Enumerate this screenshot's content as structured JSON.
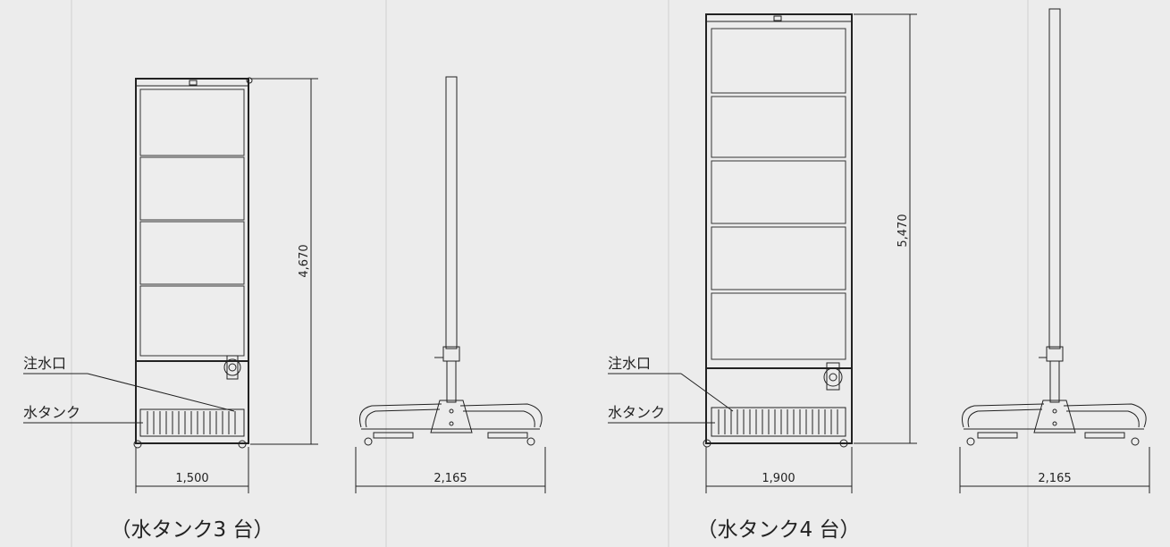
{
  "colors": {
    "background": "#ececec",
    "line": "#222222",
    "guide": "#cfcfcf"
  },
  "left": {
    "caption": "（水タンク3 台）",
    "front": {
      "height_label": "4,670",
      "width_label": "1,500",
      "inlet_label": "注水口",
      "tank_label": "水タンク"
    },
    "side": {
      "width_label": "2,165"
    }
  },
  "right": {
    "caption": "（水タンク4 台）",
    "front": {
      "height_label": "5,470",
      "width_label": "1,900",
      "inlet_label": "注水口",
      "tank_label": "水タンク"
    },
    "side": {
      "width_label": "2,165"
    }
  }
}
